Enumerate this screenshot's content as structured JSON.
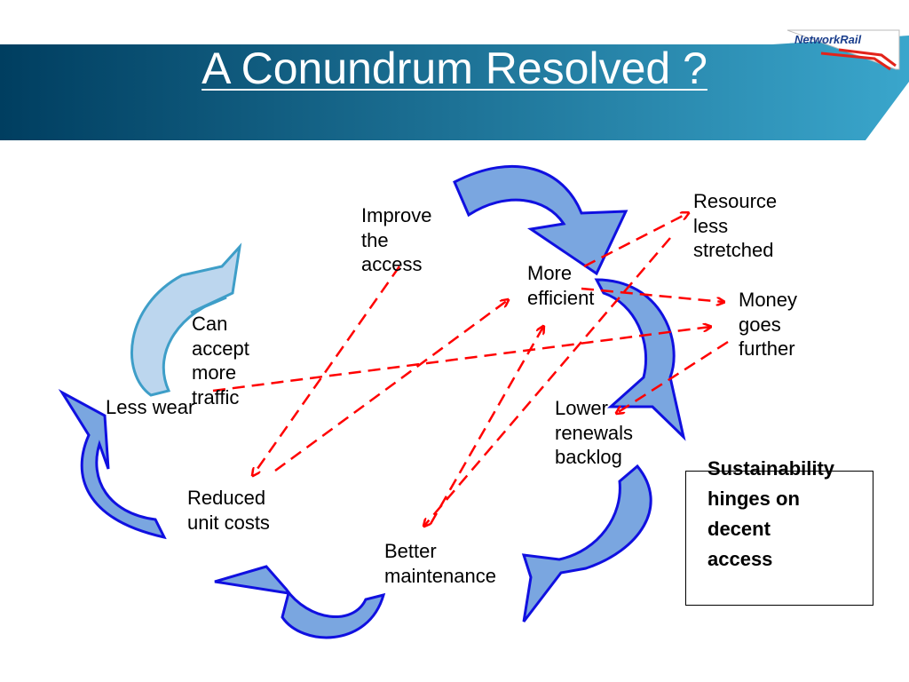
{
  "slide": {
    "title": "A Conundrum Resolved ?",
    "logo_text": "NetworkRail"
  },
  "colors": {
    "header_dark": "#003e60",
    "header_light": "#3aa6cc",
    "arrow_fill": "#7aa6e0",
    "arrow_stroke": "#1010e0",
    "arrow_fill_light": "#bcd6ee",
    "arrow_stroke_light": "#3e9ec8",
    "dashed_link": "#ff0000",
    "logo_blue": "#1a3e8c",
    "logo_red": "#e2231a"
  },
  "diagram": {
    "nodes": [
      {
        "id": "improve-access",
        "text": "Improve\nthe\naccess"
      },
      {
        "id": "more-efficient",
        "text": "More\nefficient"
      },
      {
        "id": "resource-less-stretched",
        "text": "Resource\nless\nstretched"
      },
      {
        "id": "money-goes-further",
        "text": "Money\ngoes\nfurther"
      },
      {
        "id": "can-accept-more-traffic",
        "text": "Can\naccept\nmore\ntraffic"
      },
      {
        "id": "less-wear",
        "text": "Less wear"
      },
      {
        "id": "lower-renewals-backlog",
        "text": "Lower\nrenewals\nbacklog"
      },
      {
        "id": "reduced-unit-costs",
        "text": "Reduced\nunit costs"
      },
      {
        "id": "better-maintenance",
        "text": "Better\nmaintenance"
      }
    ],
    "callout": "Sustainability\nhinges on\ndecent\naccess"
  }
}
